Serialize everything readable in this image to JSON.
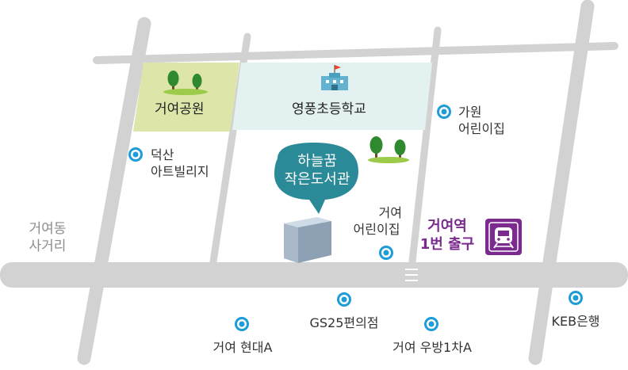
{
  "map": {
    "colors": {
      "road": "#d2d2d2",
      "park": "#dde6a8",
      "school": "#e3f1f1",
      "library_bubble": "#2b8a98",
      "poi_ring": "#1d9cd7",
      "subway": "#7b2a8e",
      "crossroad_text": "#8c8c8c"
    },
    "crossroad": {
      "line1": "거여동",
      "line2": "사거리"
    },
    "park": {
      "label": "거여공원",
      "icon": "tree-icon"
    },
    "school": {
      "label": "영풍초등학교",
      "icon": "school-building-icon"
    },
    "library": {
      "line1": "하늘꿈",
      "line2": "작은도서관",
      "icon": "library-building-icon"
    },
    "subway": {
      "line1": "거여역",
      "line2": "1번 출구",
      "icon": "subway-train-icon"
    },
    "pois": [
      {
        "id": "deoksan",
        "line1": "덕산",
        "line2": "아트빌리지"
      },
      {
        "id": "gawon",
        "line1": "가원",
        "line2": "어린이집"
      },
      {
        "id": "geoyeo-daycare",
        "line1": "거여",
        "line2": "어린이집"
      },
      {
        "id": "gs25",
        "line1": "GS25편의점"
      },
      {
        "id": "hyundai",
        "line1": "거여 현대A"
      },
      {
        "id": "woobang",
        "line1": "거여 우방1차A"
      },
      {
        "id": "keb",
        "line1": "KEB은행"
      }
    ]
  }
}
